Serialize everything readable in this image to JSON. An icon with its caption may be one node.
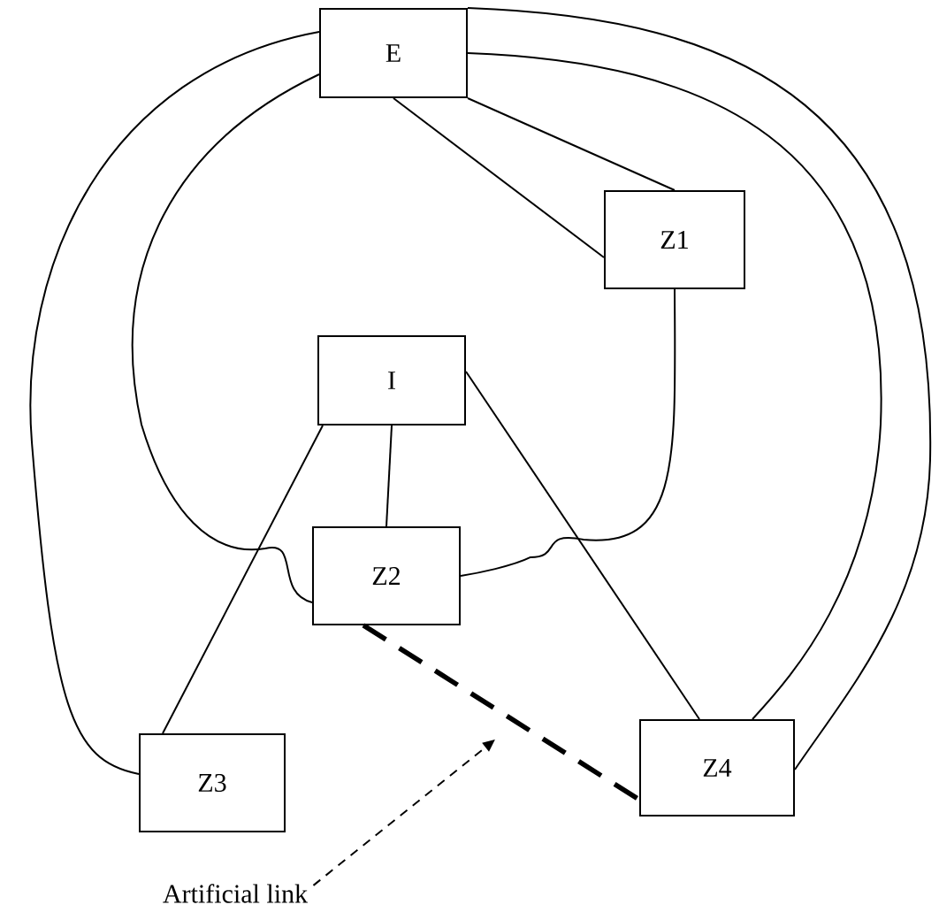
{
  "diagram": {
    "nodes": [
      {
        "text": [
          "E"
        ]
      },
      {
        "text": [
          "Z1"
        ]
      },
      {
        "text": [
          "I"
        ]
      },
      {
        "text": [
          "Z2"
        ]
      },
      {
        "text": [
          "Z3"
        ]
      },
      {
        "text": [
          "Z4"
        ]
      },
      {
        "text": [
          "Artificial link"
        ]
      }
    ],
    "edges": [
      {
        "from": 0,
        "to": 4,
        "arrow": "none"
      },
      {
        "from": 0,
        "to": 3,
        "arrow": "none"
      },
      {
        "from": 0,
        "to": 1,
        "arrow": "none"
      },
      {
        "from": 0,
        "to": 1,
        "arrow": "none"
      },
      {
        "from": 0,
        "to": 5,
        "arrow": "none"
      },
      {
        "from": 0,
        "to": 5,
        "arrow": "none"
      },
      {
        "from": 1,
        "to": 3,
        "arrow": "none"
      },
      {
        "from": 2,
        "to": 3,
        "arrow": "none"
      },
      {
        "from": 2,
        "to": 4,
        "arrow": "none"
      },
      {
        "from": 2,
        "to": 5,
        "arrow": "none"
      },
      {
        "from": 3,
        "to": 5,
        "arrow": "none",
        "style": "dashed"
      },
      {
        "from": 6,
        "to": null,
        "arrow": "to",
        "style": "dashed"
      }
    ]
  }
}
